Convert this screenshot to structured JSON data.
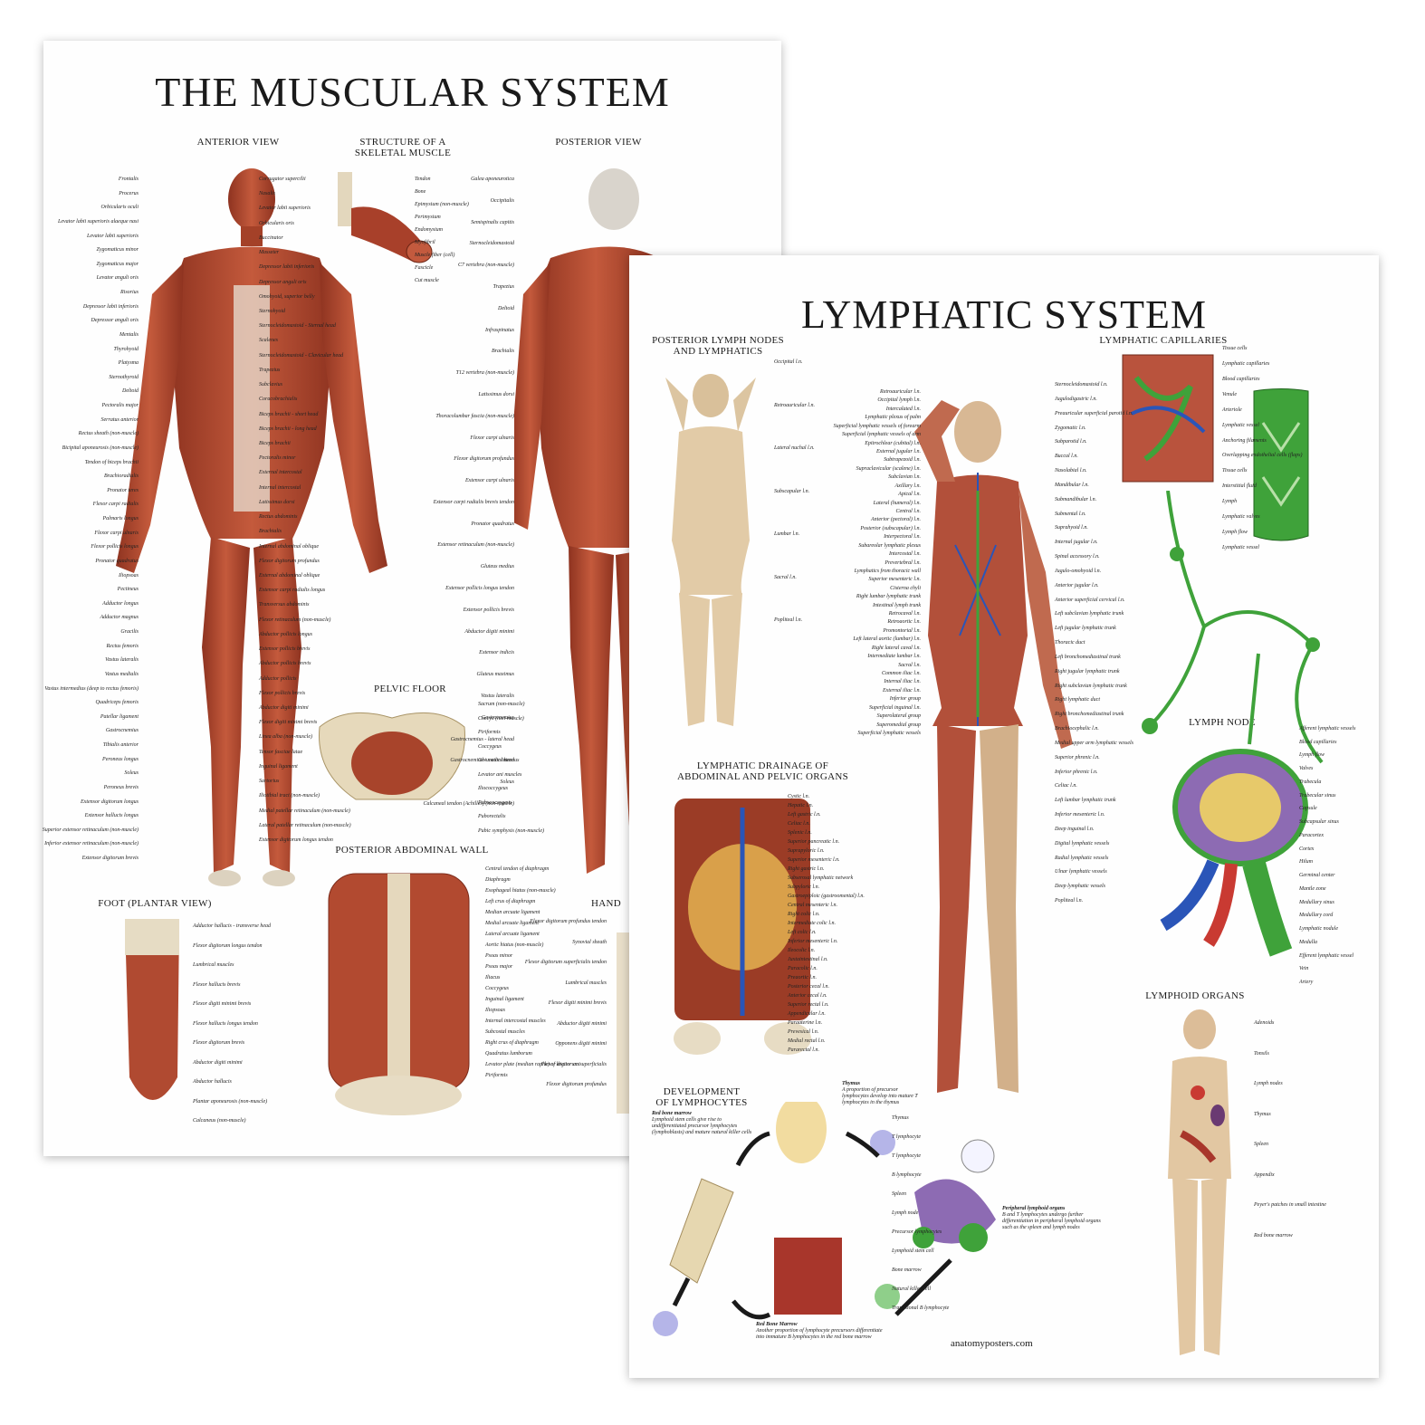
{
  "muscular": {
    "title": "THE MUSCULAR SYSTEM",
    "sections": {
      "anterior": "ANTERIOR VIEW",
      "structure_1": "STRUCTURE OF A",
      "structure_2": "SKELETAL MUSCLE",
      "posterior": "POSTERIOR VIEW",
      "pelvic": "PELVIC FLOOR",
      "abdominal": "POSTERIOR ABDOMINAL WALL",
      "foot": "FOOT (PLANTAR VIEW)",
      "hand": "HAND"
    },
    "anterior_left_labels": [
      "Frontalis",
      "Procerus",
      "Orbicularis oculi",
      "Levator labii superioris alaeque nasi",
      "Levator labii superioris",
      "Zygomaticus minor",
      "Zygomaticus major",
      "Levator anguli oris",
      "Risorius",
      "Depressor labii inferioris",
      "Depressor anguli oris",
      "Mentalis",
      "Thyrohyoid",
      "Platysma",
      "Sternothyroid",
      "Deltoid",
      "Pectoralis major",
      "Serratus anterior",
      "Rectus sheath (non-muscle)",
      "Bicipital aponeurosis (non-muscle)",
      "Tendon of biceps brachii",
      "Brachioradialis",
      "Pronator teres",
      "Flexor carpi radialis",
      "Palmaris longus",
      "Flexor carpi ulnaris",
      "Flexor pollicis longus",
      "Pronator quadratus",
      "Iliopsoas",
      "Pectineus",
      "Adductor longus",
      "Adductor magnus",
      "Gracilis",
      "Rectus femoris",
      "Vastus lateralis",
      "Vastus medialis",
      "Vastus intermedius (deep to rectus femoris)",
      "Quadriceps femoris",
      "Patellar ligament",
      "Gastrocnemius",
      "Tibialis anterior",
      "Peroneus longus",
      "Soleus",
      "Peroneus brevis",
      "Extensor digitorum longus",
      "Extensor hallucis longus",
      "Superior extensor retinaculum (non-muscle)",
      "Inferior extensor retinaculum (non-muscle)",
      "Extensor digitorum brevis"
    ],
    "anterior_right_labels": [
      "Corrugator supercilii",
      "Nasalis",
      "Levator labii superioris",
      "Orbicularis oris",
      "Buccinator",
      "Masseter",
      "Depressor labii inferioris",
      "Depressor anguli oris",
      "Omohyoid, superior belly",
      "Sternohyoid",
      "Sternocleidomastoid - Sternal head",
      "Scalenes",
      "Sternocleidomastoid - Clavicular head",
      "Trapezius",
      "Subclavius",
      "Coracobrachialis",
      "Biceps brachii - short head",
      "Biceps brachii - long head",
      "Biceps brachii",
      "Pectoralis minor",
      "External intercostal",
      "Internal intercostal",
      "Latissimus dorsi",
      "Rectus abdominis",
      "Brachialis",
      "Internal abdominal oblique",
      "Flexor digitorum profundus",
      "External abdominal oblique",
      "Extensor carpi radialis longus",
      "Transversus abdominis",
      "Flexor retinaculum (non-muscle)",
      "Abductor pollicis longus",
      "Extensor pollicis brevis",
      "Abductor pollicis brevis",
      "Adductor pollicis",
      "Flexor pollicis brevis",
      "Abductor digiti minimi",
      "Flexor digiti minimi brevis",
      "Linea alba (non-muscle)",
      "Tensor fasciae latae",
      "Inguinal ligament",
      "Sartorius",
      "Iliotibial tract (non-muscle)",
      "Medial patellar retinaculum (non-muscle)",
      "Lateral patellar retinaculum (non-muscle)",
      "Extensor digitorum longus tendon"
    ],
    "structure_labels": [
      "Tendon",
      "Bone",
      "Epimysium (non-muscle)",
      "Perimysium",
      "Endomysium",
      "Myofibril",
      "Muscle fiber (cell)",
      "Fascicle",
      "Cut muscle"
    ],
    "posterior_labels": [
      "Galea aponeurotica",
      "Occipitalis",
      "Semispinalis capitis",
      "Sternocleidomastoid",
      "C7 vertebra (non-muscle)",
      "Trapezius",
      "Deltoid",
      "Infraspinatus",
      "Brachialis",
      "T12 vertebra (non-muscle)",
      "Latissimus dorsi",
      "Thoracolumbar fascia (non-muscle)",
      "Flexor carpi ulnaris",
      "Flexor digitorum profundus",
      "Extensor carpi ulnaris",
      "Extensor carpi radialis brevis tendon",
      "Pronator quadratus",
      "Extensor retinaculum (non-muscle)",
      "Gluteus medius",
      "Extensor pollicis longus tendon",
      "Extensor pollicis brevis",
      "Abductor digiti minimi",
      "Extensor indicis",
      "Gluteus maximus",
      "Vastus lateralis",
      "Gastrocnemius",
      "Gastrocnemius - lateral head",
      "Gastrocnemius - medial head",
      "Soleus",
      "Calcaneal tendon (Achilles) (non-muscle)"
    ],
    "pelvic_labels": [
      "Sacrum (non-muscle)",
      "Coccyx (non-muscle)",
      "Piriformis",
      "Coccygeus",
      "Obturator internus",
      "Levator ani muscles",
      "Iliococcygeus",
      "Pubococcygeus",
      "Puborectalis",
      "Pubic symphysis (non-muscle)"
    ],
    "abdominal_labels": [
      "Central tendon of diaphragm",
      "Diaphragm",
      "Esophageal hiatus (non-muscle)",
      "Left crus of diaphragm",
      "Median arcuate ligament",
      "Medial arcuate ligament",
      "Lateral arcuate ligament",
      "Aortic hiatus (non-muscle)",
      "Psoas minor",
      "Psoas major",
      "Iliacus",
      "Coccygeus",
      "Inguinal ligament",
      "Iliopsoas",
      "Internal intercostal muscles",
      "Subcostal muscles",
      "Right crus of diaphragm",
      "Quadratus lumborum",
      "Levator plate (median raphe) of levator ani",
      "Piriformis"
    ],
    "foot_labels": [
      "Adductor hallucis - transverse head",
      "Flexor digitorum longus tendon",
      "Lumbrical muscles",
      "Flexor hallucis brevis",
      "Flexor digiti minimi brevis",
      "Flexor hallucis longus tendon",
      "Flexor digitorum brevis",
      "Abductor digiti minimi",
      "Abductor hallucis",
      "Plantar aponeurosis (non-muscle)",
      "Calcaneus (non-muscle)"
    ],
    "hand_labels": [
      "Flexor digitorum profundus tendon",
      "Synovial sheath",
      "Flexor digitorum superficialis tendon",
      "Lumbrical muscles",
      "Flexor digiti minimi brevis",
      "Abductor digiti minimi",
      "Opponens digiti minimi",
      "Flexor digitorum superficialis",
      "Flexor digitorum profundus"
    ]
  },
  "lymph": {
    "title": "LYMPHATIC SYSTEM",
    "sections": {
      "posterior_1": "POSTERIOR LYMPH NODES",
      "posterior_2": "AND LYMPHATICS",
      "capillaries": "LYMPHATIC CAPILLARIES",
      "drainage_1": "LYMPHATIC DRAINAGE OF",
      "drainage_2": "ABDOMINAL AND PELVIC ORGANS",
      "node": "LYMPH NODE",
      "development_1": "DEVELOPMENT",
      "development_2": "OF LYMPHOCYTES",
      "organs": "LYMPHOID ORGANS"
    },
    "credit": "anatomyposters.com",
    "posterior_labels": [
      "Occipital l.n.",
      "Retroauricular l.n.",
      "Lateral nuchal l.n.",
      "Subscapular l.n.",
      "Lumbar l.n.",
      "Sacral l.n.",
      "Popliteal l.n."
    ],
    "main_left_labels": [
      "Retroauricular l.n.",
      "Occipital lymph l.n.",
      "Intercalated l.n.",
      "Lymphatic plexus of palm",
      "Superficial lymphatic vessels of forearm",
      "Superficial lymphatic vessels of arm",
      "Epitrochlear (cubital) l.n.",
      "External jugular l.n.",
      "Subtrapezoid l.n.",
      "Supraclavicular (scalene) l.n.",
      "Subclavian l.n.",
      "Axillary l.n.",
      "Apical l.n.",
      "Lateral (humeral) l.n.",
      "Central l.n.",
      "Anterior (pectoral) l.n.",
      "Posterior (subscapular) l.n.",
      "Interpectoral l.n.",
      "Subareolar lymphatic plexus",
      "Intercostal l.n.",
      "Prevertebral l.n.",
      "Lymphatics from thoracic wall",
      "Superior mesenteric l.n.",
      "Cisterna chyli",
      "Right lumbar lymphatic trunk",
      "Intestinal lymph trunk",
      "Retrocaval l.n.",
      "Retroaortic l.n.",
      "Promontorial l.n.",
      "Left lateral aortic (lumbar) l.n.",
      "Right lateral caval l.n.",
      "Intermediate lumbar l.n.",
      "Sacral l.n.",
      "Common iliac l.n.",
      "Internal iliac l.n.",
      "External iliac l.n.",
      "Inferior group",
      "Superficial inguinal l.n.",
      "Superolateral group",
      "Superomedial group",
      "Superficial lymphatic vessels"
    ],
    "main_right_labels": [
      "Sternocleidomastoid l.n.",
      "Jugulodigastric l.n.",
      "Preauricular superficial parotid l.n.",
      "Zygomatic l.n.",
      "Subparotid l.n.",
      "Buccal l.n.",
      "Nasolabial l.n.",
      "Mandibular l.n.",
      "Submandibular l.n.",
      "Submental l.n.",
      "Suprahyoid l.n.",
      "Internal jugular l.n.",
      "Spinal accessory l.n.",
      "Jugulo-omohyoid l.n.",
      "Anterior jugular l.n.",
      "Anterior superficial cervical l.n.",
      "Left subclavian lymphatic trunk",
      "Left jugular lymphatic trunk",
      "Thoracic duct",
      "Left bronchomediastinal trunk",
      "Right jugular lymphatic trunk",
      "Right subclavian lymphatic trunk",
      "Right lymphatic duct",
      "Right bronchomediastinal trunk",
      "Brachiocephalic l.n.",
      "Medial upper arm lymphatic vessels",
      "Superior phrenic l.n.",
      "Inferior phrenic l.n.",
      "Celiac l.n.",
      "Left lumbar lymphatic trunk",
      "Inferior mesenteric l.n.",
      "Deep inguinal l.n.",
      "Digital lymphatic vessels",
      "Radial lymphatic vessels",
      "Ulnar lymphatic vessels",
      "Deep lymphatic vessels",
      "Popliteal l.n."
    ],
    "drainage_labels": [
      "Cystic l.n.",
      "Hepatic l.n.",
      "Left gastric l.n.",
      "Celiac l.n.",
      "Splenic l.n.",
      "Superior pancreatic l.n.",
      "Suprapyloric l.n.",
      "Superior mesenteric l.n.",
      "Right gastric l.n.",
      "Subserosal lymphatic network",
      "Subpyloric l.n.",
      "Gastroepiploic (gastroomental) l.n.",
      "Central mesenteric l.n.",
      "Right colic l.n.",
      "Intermediate colic l.n.",
      "Left colic l.n.",
      "Inferior mesenteric l.n.",
      "Ileocolic l.n.",
      "Juxtaintestinal l.n.",
      "Paracolic l.n.",
      "Preaortic l.n.",
      "Posterior cecal l.n.",
      "Anterior cecal l.n.",
      "Superior rectal l.n.",
      "Appendicular l.n.",
      "Paraaterine l.n.",
      "Prevesical l.n.",
      "Medial rectal l.n.",
      "Pararectal l.n."
    ],
    "capillary_labels": [
      "Tissue cells",
      "Lymphatic capillaries",
      "Blood capillaries",
      "Venule",
      "Arteriole",
      "Lymphatic vessel",
      "Anchoring filaments",
      "Overlapping endothelial cells (flaps)",
      "Tissue cells",
      "Interstitial fluid",
      "Lymph",
      "Lymphatic valves",
      "Lymph flow",
      "Lymphatic vessel"
    ],
    "node_labels": [
      "Afferent lymphatic vessels",
      "Blood capillaries",
      "Lymph flow",
      "Valves",
      "Trabecula",
      "Trabecular sinus",
      "Capsule",
      "Subcapsular sinus",
      "Paracortex",
      "Cortex",
      "Hilum",
      "Germinal center",
      "Mantle zone",
      "Medullary sinus",
      "Medullary cord",
      "Lymphatic nodule",
      "Medulla",
      "Efferent lymphatic vessel",
      "Vein",
      "Artery"
    ],
    "development": {
      "red_marrow_title": "Red bone marrow",
      "red_marrow_text": "Lymphoid stem cells give rise to undifferentiated precursor lymphocytes (lymphoblasts) and mature natural killer cells",
      "thymus_title": "Thymus",
      "thymus_text": "A proportion of precursor lymphocytes develop into mature T lymphocytes in the thymus",
      "peripheral_title": "Peripheral lymphoid organs",
      "peripheral_text": "B and T lymphocytes undergo further differentiation in peripheral lymphoid organs such as the spleen and lymph nodes",
      "rbm_title": "Red Bone Marrow",
      "rbm_text": "Another proportion of lymphocyte precursors differentiate into immature B lymphocytes in the red bone marrow",
      "labels": [
        "Thymus",
        "T lymphocyte",
        "T lymphocyte",
        "B lymphocyte",
        "Spleen",
        "Lymph node",
        "Precursor lymphocytes",
        "Lymphoid stem cell",
        "Bone marrow",
        "Natural killer cell",
        "Transitional B lymphocyte"
      ]
    },
    "organ_labels": [
      "Adenoids",
      "Tonsils",
      "Lymph nodes",
      "Thymus",
      "Spleen",
      "Appendix",
      "Peyer's patches in small intestine",
      "Red bone marrow"
    ]
  },
  "colors": {
    "muscle": "#b4472f",
    "muscle_dark": "#7e2a1b",
    "skin": "#e5c9a4",
    "bone": "#e8dcc0",
    "lymph_green": "#3fa23a",
    "vein": "#2a55b8",
    "artery": "#c93a32",
    "node_purple": "#8d6bb3"
  }
}
